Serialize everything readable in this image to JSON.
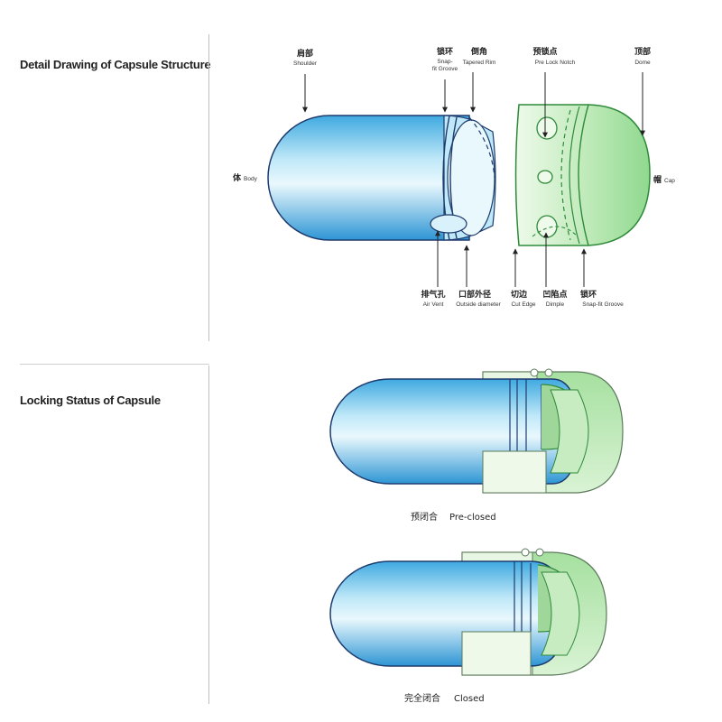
{
  "sections": {
    "detail_title": "Detail Drawing of Capsule Structure",
    "locking_title": "Locking Status of Capsule"
  },
  "labels": {
    "shoulder": {
      "cn": "肩部",
      "en": "Shoulder"
    },
    "snap_fit_groove_top": {
      "cn": "锁环",
      "en1": "Snap-",
      "en2": "fit Groove"
    },
    "tapered_rim": {
      "cn": "倒角",
      "en": "Tapered Rim"
    },
    "pre_lock_notch": {
      "cn": "预锁点",
      "en": "Pre Lock Notch"
    },
    "dome": {
      "cn": "顶部",
      "en": "Dome"
    },
    "body": {
      "cn": "体",
      "en": "Body"
    },
    "cap": {
      "cn": "帽",
      "en": "Cap"
    },
    "air_vent": {
      "cn": "排气孔",
      "en": "Air Vent"
    },
    "outside_diameter": {
      "cn": "口部外径",
      "en": "Outside diameter"
    },
    "cut_edge": {
      "cn": "切边",
      "en": "Cut Edge"
    },
    "dimple": {
      "cn": "凹陷点",
      "en": "Dimple"
    },
    "snap_fit_groove_bottom": {
      "cn": "锁环",
      "en": "Snap-fit Groove"
    }
  },
  "captions": {
    "pre_closed": {
      "cn": "预闭合",
      "en": "Pre-closed"
    },
    "closed": {
      "cn": "完全闭合",
      "en": "Closed"
    }
  },
  "colors": {
    "body_blue": "#4fb8e8",
    "body_blue_light": "#d8f1fb",
    "cap_green": "#8fd88f",
    "cap_green_light": "#e6f7e2",
    "outline": "#1e3b6e"
  }
}
